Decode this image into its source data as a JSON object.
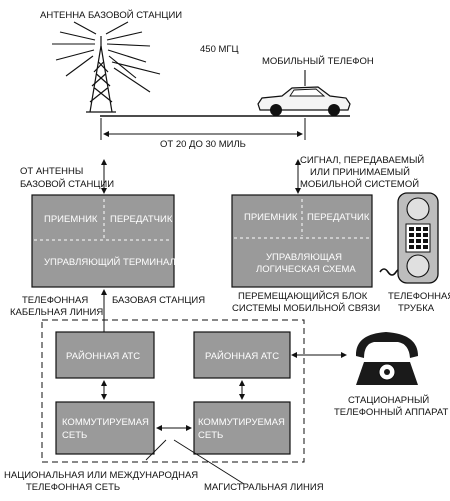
{
  "labels": {
    "antenna_title": "АНТЕННА БАЗОВОЙ СТАНЦИИ",
    "frequency": "450 МГЦ",
    "mobile_phone": "МОБИЛЬНЫЙ ТЕЛЕФОН",
    "distance": "ОТ 20 ДО 30 МИЛЬ",
    "from_antenna_l1": "ОТ АНТЕННЫ",
    "from_antenna_l2": "БАЗОВОЙ СТАНЦИИ",
    "signal_l1": "СИГНАЛ, ПЕРЕДАВАЕМЫЙ",
    "signal_l2": "ИЛИ ПРИНИМАЕМЫЙ",
    "signal_l3": "МОБИЛЬНОЙ СИСТЕМОЙ",
    "phone_line_l1": "ТЕЛЕФОННАЯ",
    "phone_line_l2": "КАБЕЛЬНАЯ ЛИНИЯ",
    "base_station": "БАЗОВАЯ СТАНЦИЯ",
    "mobile_unit_l1": "ПЕРЕМЕЩАЮЩИЙСЯ БЛОК",
    "mobile_unit_l2": "СИСТЕМЫ МОБИЛЬНОЙ СВЯЗИ",
    "handset_l1": "ТЕЛЕФОННАЯ",
    "handset_l2": "ТРУБКА",
    "stationary_l1": "СТАЦИОНАРНЫЙ",
    "stationary_l2": "ТЕЛЕФОННЫЙ АППАРАТ",
    "network_l1": "НАЦИОНАЛЬНАЯ ИЛИ МЕЖДУНАРОДНАЯ",
    "network_l2": "ТЕЛЕФОННАЯ СЕТЬ",
    "trunk_line": "МАГИСТРАЛЬНАЯ ЛИНИЯ"
  },
  "blocks": {
    "base_receiver": "ПРИЕМНИК",
    "base_transmitter": "ПЕРЕДАТЧИК",
    "control_terminal": "УПРАВЛЯЮЩИЙ ТЕРМИНАЛ",
    "mobile_receiver": "ПРИЕМНИК",
    "mobile_transmitter": "ПЕРЕДАТЧИК",
    "logic_l1": "УПРАВЛЯЮЩАЯ",
    "logic_l2": "ЛОГИЧЕСКАЯ СХЕМА",
    "district_left": "РАЙОННАЯ АТС",
    "district_right": "РАЙОННАЯ АТС",
    "switched_left_l1": "КОММУТИРУЕМАЯ",
    "switched_left_l2": "СЕТЬ",
    "switched_right_l1": "КОММУТИРУЕМАЯ",
    "switched_right_l2": "СЕТЬ"
  },
  "icons": [
    "antenna-tower-icon",
    "car-icon",
    "handset-icon",
    "desk-telephone-icon"
  ]
}
